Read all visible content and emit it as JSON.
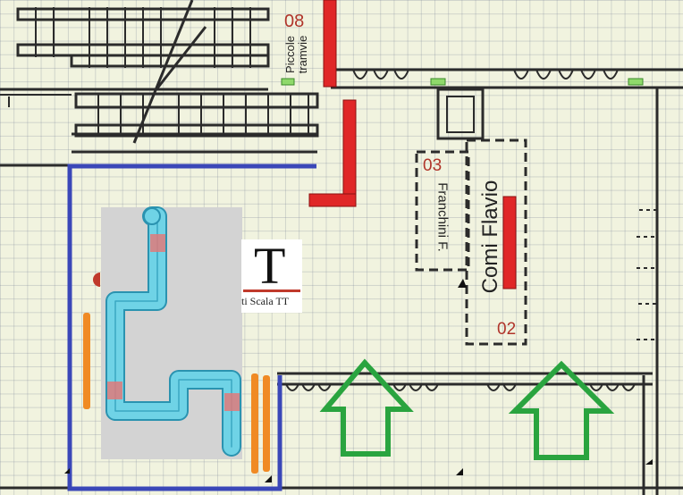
{
  "stands": {
    "piccole": {
      "number": "08",
      "name": "Piccole tramvie",
      "name_line1": "Piccole",
      "name_line2": "tramvie"
    },
    "franchini": {
      "number": "03",
      "name": "Franchini F."
    },
    "comi": {
      "number": "02",
      "name": "Comi Flavio"
    }
  },
  "logo": {
    "letter": "T",
    "text": "ti Scala TT"
  },
  "colors": {
    "grid_bg": "#f1f3df",
    "wall": "#2b2b2b",
    "stand_red": "#e02727",
    "boundary_blue": "#3a47b8",
    "track_cyan": "#6fd3e6",
    "arrow_green": "#2aa43f",
    "table_orange": "#f08a24",
    "board_gray": "#d3d3d3"
  },
  "icons": [
    "entrance-arrow-icon",
    "entrance-arrow-icon",
    "door-icon"
  ]
}
